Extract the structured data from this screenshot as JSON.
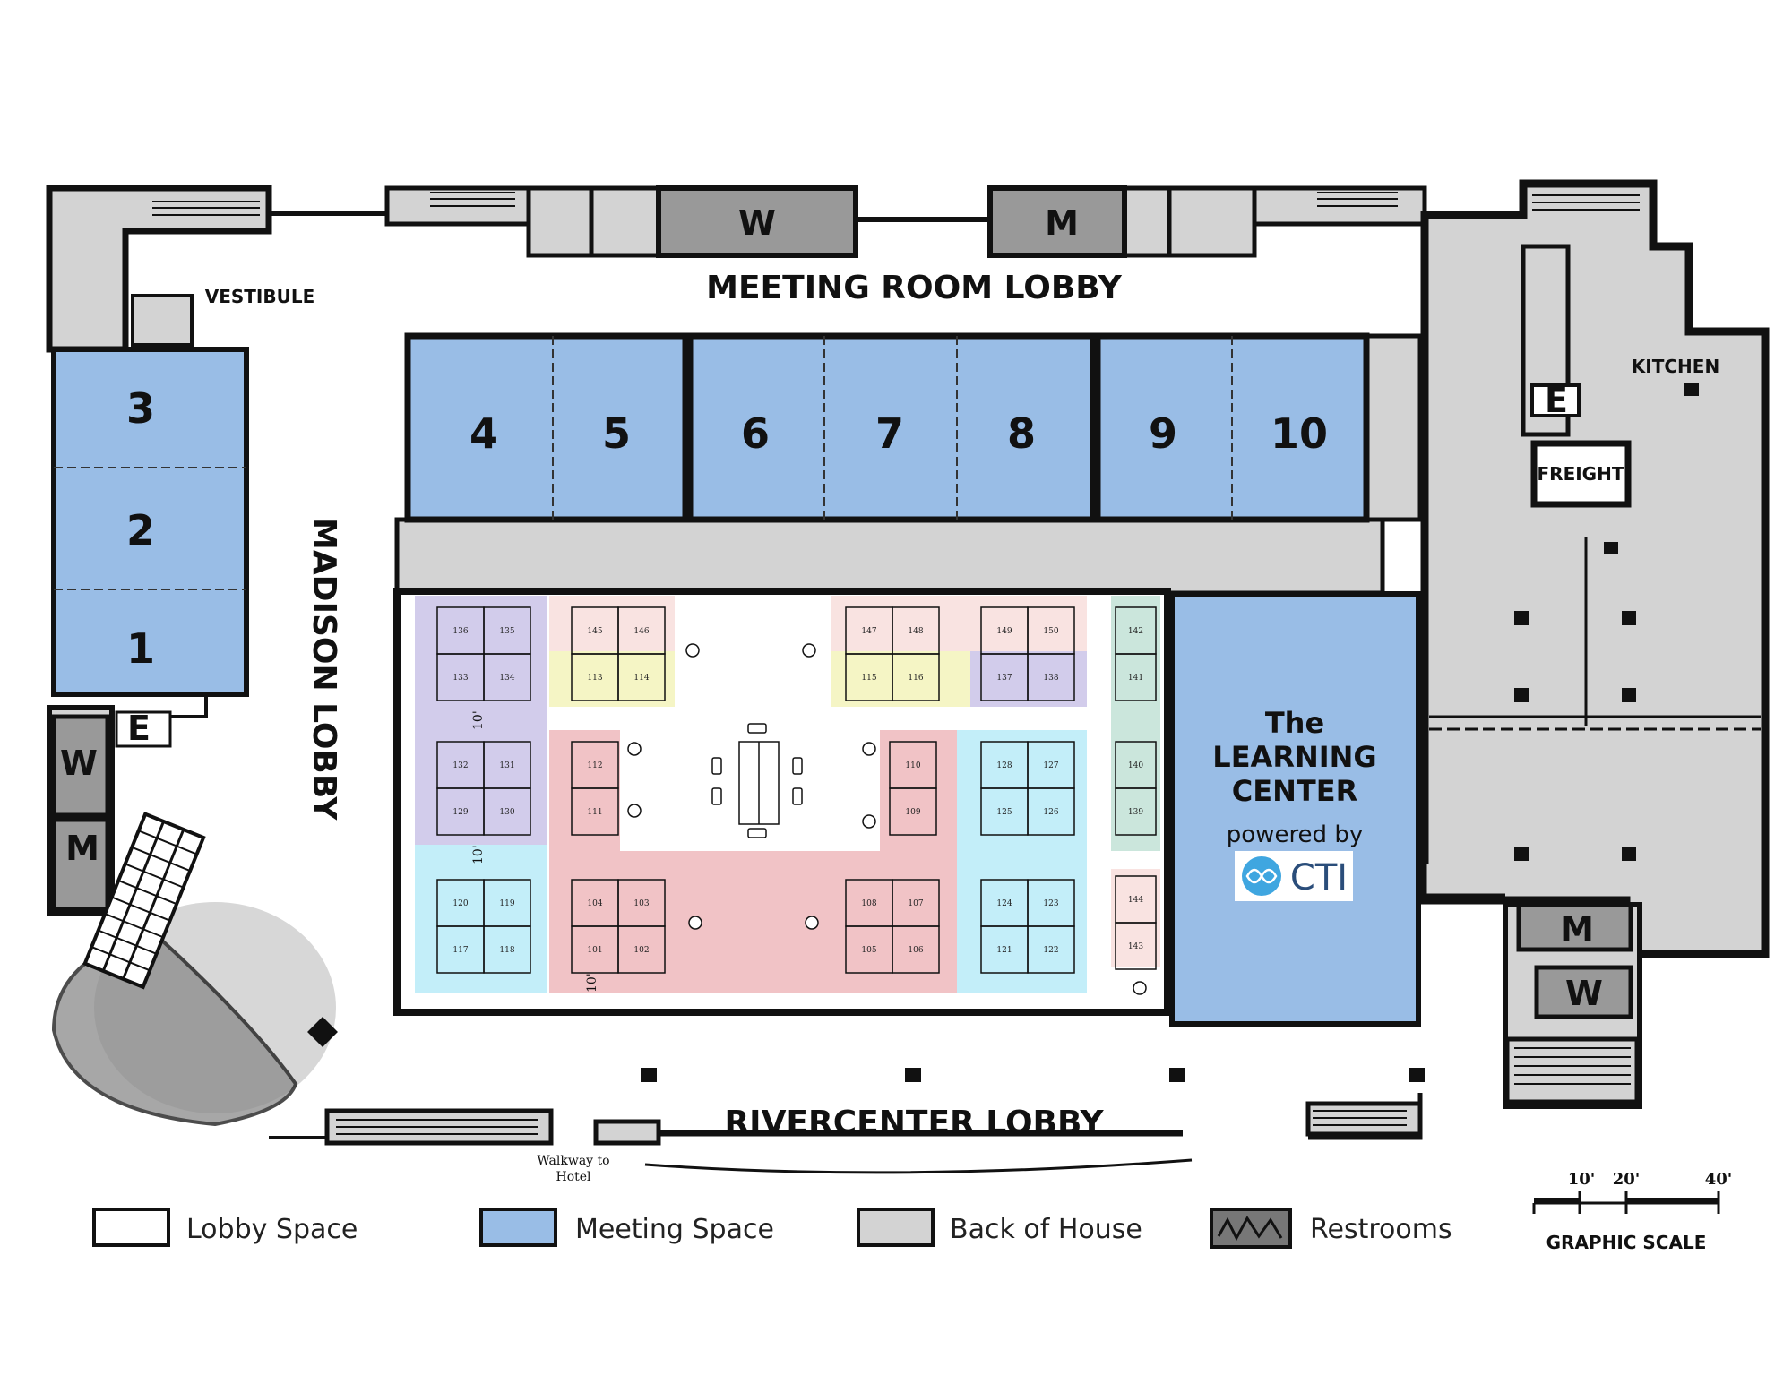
{
  "colors": {
    "lobby": "#ffffff",
    "meeting": "#99bde6",
    "back_of_house": "#d3d3d3",
    "restroom": "#999999",
    "wall": "#111111",
    "purple_zone": "#d2cceb",
    "cyan_zone": "#c3eef9",
    "pink_zone": "#f1c3c6",
    "yellow_zone": "#f5f5c5",
    "peach_zone": "#f9e3e1",
    "green_zone": "#cbe6dc"
  },
  "lobbies": {
    "meeting_room_lobby": "MEETING ROOM LOBBY",
    "madison_lobby": "MADISON LOBBY",
    "rivercenter_lobby": "RIVERCENTER LOBBY",
    "vestibule": "VESTIBULE"
  },
  "rooms": [
    "3",
    "2",
    "1",
    "4",
    "5",
    "6",
    "7",
    "8",
    "9",
    "10"
  ],
  "service": {
    "kitchen": "KITCHEN",
    "freight": "FREIGHT",
    "elevator": "E",
    "women": "W",
    "men": "M"
  },
  "learning_center": {
    "line1": "The",
    "line2": "LEARNING",
    "line3": "CENTER",
    "powered_by": "powered by",
    "sponsor": "CTI"
  },
  "walkway": {
    "line1": "Walkway to",
    "line2": "Hotel"
  },
  "aisle_labels": [
    "10'",
    "10'",
    "10'"
  ],
  "booths": [
    "136",
    "135",
    "133",
    "134",
    "132",
    "131",
    "129",
    "130",
    "120",
    "119",
    "117",
    "118",
    "145",
    "146",
    "113",
    "114",
    "112",
    "111",
    "104",
    "103",
    "101",
    "102",
    "147",
    "148",
    "115",
    "116",
    "149",
    "150",
    "137",
    "138",
    "110",
    "109",
    "108",
    "107",
    "105",
    "106",
    "128",
    "127",
    "125",
    "126",
    "124",
    "123",
    "121",
    "122",
    "142",
    "141",
    "140",
    "139",
    "144",
    "143"
  ],
  "legend": {
    "lobby": "Lobby Space",
    "meeting": "Meeting Space",
    "back_of_house": "Back of House",
    "restrooms": "Restrooms"
  },
  "scale": {
    "title": "GRAPHIC SCALE",
    "ticks": [
      "10'",
      "20'",
      "40'"
    ]
  }
}
